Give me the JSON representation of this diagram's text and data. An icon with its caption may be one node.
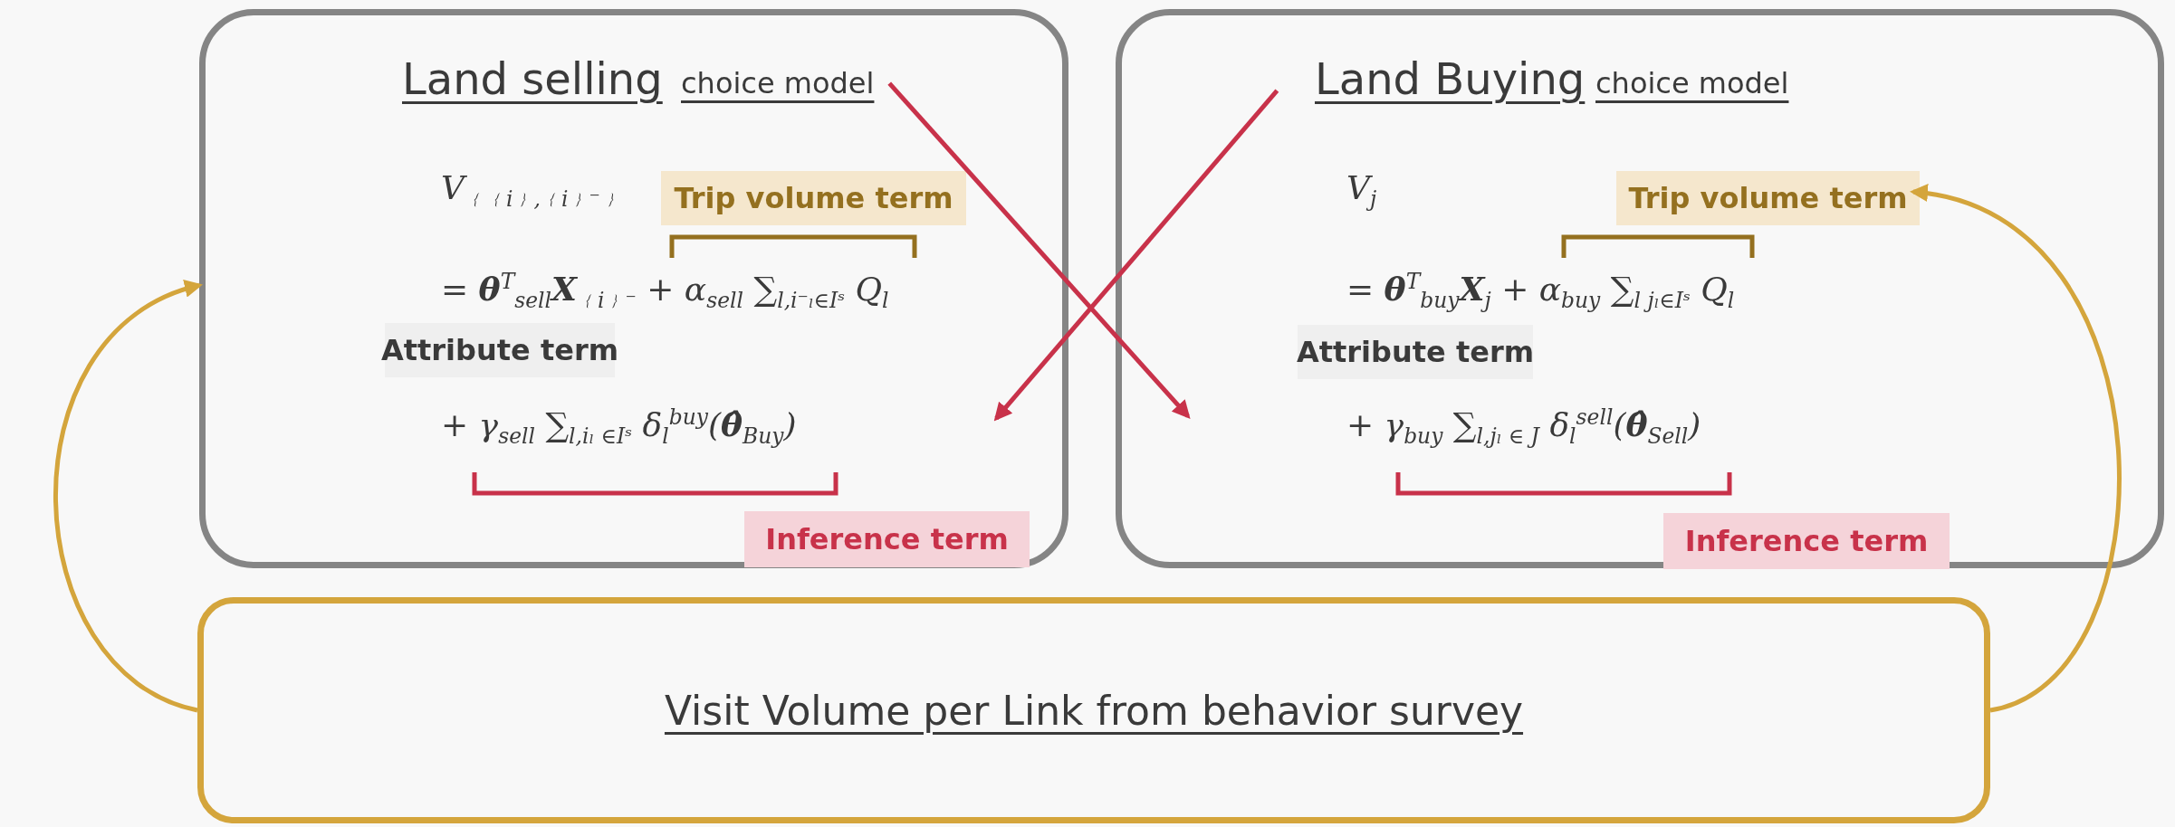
{
  "diagram": {
    "nodes": [
      {
        "text": [
          "Land selling",
          "choice model",
          "V$_{﹛﹛i﹜,﹛i﹜⁻﹜}$",
          "= **θ**$^{T}$$_{sell}$**X**$_{﹛i﹜⁻}$ + α$_{sell}$ ∑$_{l,i⁻ₗ∈Iˢ}$ Q$_{l}$",
          "+ γ$_{sell}$ ∑$_{l,iₗ ∈Iˢ}$ δ$_{l}$$^{buy}$(**θ̂**$_{Buy}$)"
        ]
      },
      {
        "text": [
          "Trip volume term"
        ],
        "in": 0
      },
      {
        "text": [
          "Attribute term"
        ],
        "in": 0
      },
      {
        "text": [
          "Inference term"
        ],
        "in": 0
      },
      {
        "text": [
          "Land Buying",
          "choice model",
          "V$_{j}$",
          "= **θ**$^{T}$$_{buy}$**X**$_{j}$ + α$_{buy}$ ∑$_{l jₗ∈Iˢ}$ Q$_{l}$",
          "+ γ$_{buy}$ ∑$_{l,jₗ ∈ J}$ δ$_{l}$$^{sell}$(**θ̂**$_{Sell}$)"
        ]
      },
      {
        "text": [
          "Trip volume term"
        ],
        "in": 4
      },
      {
        "text": [
          "Attribute term"
        ],
        "in": 4
      },
      {
        "text": [
          "Inference term"
        ],
        "in": 4
      },
      {
        "text": [
          "Visit Volume per Link from behavior survey"
        ]
      }
    ],
    "edges": [
      {
        "from": 0,
        "to": 4,
        "arrow": "to",
        "color": "#c8324a"
      },
      {
        "from": 4,
        "to": 0,
        "arrow": "to",
        "color": "#c8324a"
      },
      {
        "from": 8,
        "to": 0,
        "arrow": "to",
        "color": "#d4a53c"
      },
      {
        "from": 8,
        "to": 5,
        "arrow": "to",
        "color": "#d4a53c"
      }
    ]
  }
}
